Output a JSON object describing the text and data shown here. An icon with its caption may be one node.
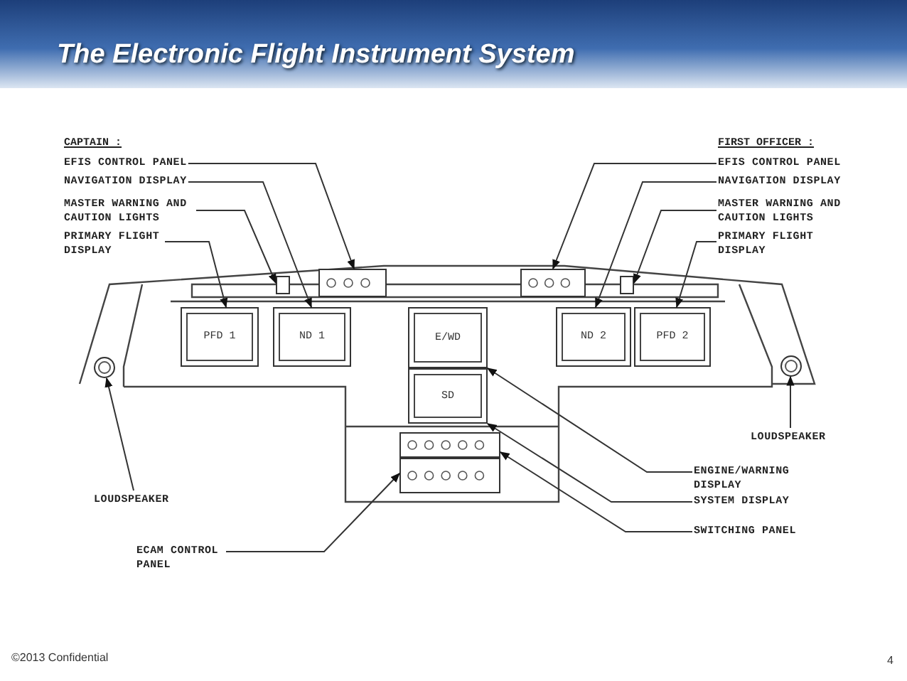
{
  "diagram": {
    "title": "The Electronic Flight Instrument System",
    "nodes": [
      {
        "text": [
          "EFIS CONTROL PANEL"
        ]
      },
      {
        "text": [
          "NAVIGATION DISPLAY"
        ]
      },
      {
        "text": [
          "MASTER WARNING AND CAUTION LIGHTS"
        ]
      },
      {
        "text": [
          "PRIMARY FLIGHT DISPLAY"
        ]
      },
      {
        "text": [
          "EFIS CONTROL PANEL"
        ]
      },
      {
        "text": [
          "NAVIGATION DISPLAY"
        ]
      },
      {
        "text": [
          "MASTER WARNING AND CAUTION LIGHTS"
        ]
      },
      {
        "text": [
          "PRIMARY FLIGHT DISPLAY"
        ]
      },
      {
        "text": [],
        "shape": "box"
      },
      {
        "text": [],
        "shape": "box"
      },
      {
        "text": [],
        "shape": "box"
      },
      {
        "text": [],
        "shape": "box"
      },
      {
        "text": [
          "PFD 1"
        ]
      },
      {
        "text": [
          "ND 1"
        ]
      },
      {
        "text": [
          "E/WD"
        ]
      },
      {
        "text": [
          "ND 2"
        ]
      },
      {
        "text": [
          "PFD 2"
        ]
      },
      {
        "text": [],
        "shape": "circle"
      },
      {
        "text": [],
        "shape": "circle"
      },
      {
        "text": [
          "SD"
        ]
      },
      {
        "text": [],
        "shape": "box"
      },
      {
        "text": [],
        "shape": "box"
      },
      {
        "text": [
          "LOUDSPEAKER"
        ]
      },
      {
        "text": [
          "ENGINE/WARNING DISPLAY"
        ]
      },
      {
        "text": [
          "LOUDSPEAKER"
        ]
      },
      {
        "text": [
          "SYSTEM DISPLAY"
        ]
      },
      {
        "text": [
          "SWITCHING PANEL"
        ]
      },
      {
        "text": [
          "ECAM CONTROL PANEL"
        ]
      }
    ],
    "edges": [
      {
        "from": 0,
        "to": 9,
        "arrow": "to"
      },
      {
        "from": 1,
        "to": 13,
        "arrow": "to"
      },
      {
        "from": 2,
        "to": 8,
        "arrow": "to"
      },
      {
        "from": 3,
        "to": 12,
        "arrow": "to"
      },
      {
        "from": 4,
        "to": 10,
        "arrow": "to"
      },
      {
        "from": 5,
        "to": 15,
        "arrow": "to"
      },
      {
        "from": 6,
        "to": 11,
        "arrow": "to"
      },
      {
        "from": 7,
        "to": 16,
        "arrow": "to"
      },
      {
        "from": 22,
        "to": 18,
        "arrow": "to"
      },
      {
        "from": 23,
        "to": 14,
        "arrow": "to"
      },
      {
        "from": 24,
        "to": 17,
        "arrow": "to"
      },
      {
        "from": 25,
        "to": 19,
        "arrow": "to"
      },
      {
        "from": 26,
        "to": 20,
        "arrow": "to"
      },
      {
        "from": 27,
        "to": 21,
        "arrow": "to"
      }
    ],
    "labels": [
      "CAPTAIN :",
      "FIRST OFFICER :",
      "©2013 Confidential",
      "4"
    ]
  }
}
